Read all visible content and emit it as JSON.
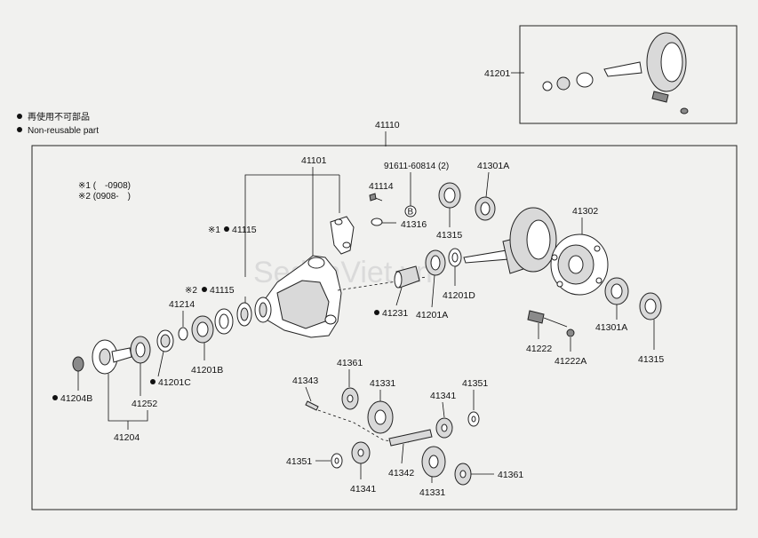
{
  "legend": {
    "jp_text": "再使用不可部品",
    "en_text": "Non-reusable part"
  },
  "notes": {
    "note1": "※1 (　-0908)",
    "note2": "※2 (0908-　)"
  },
  "watermark": "SedanViet.vn",
  "labels": {
    "p41201": "41201",
    "p41110": "41110",
    "p41101": "41101",
    "p91611": "91611-60814 (2)",
    "p41301A_top": "41301A",
    "p41114": "41114",
    "p41316": "41316",
    "p41315_top": "41315",
    "p41302": "41302",
    "p41115_a": "41115",
    "p41115_b": "41115",
    "p41214": "41214",
    "p41231": "41231",
    "p41201A": "41201A",
    "p41201D": "41201D",
    "p41201C": "41201C",
    "p41201B": "41201B",
    "p41204B": "41204B",
    "p41252": "41252",
    "p41204": "41204",
    "p41301A_bot": "41301A",
    "p41315_bot": "41315",
    "p41222": "41222",
    "p41222A": "41222A",
    "p41343": "41343",
    "p41361_top": "41361",
    "p41331_top": "41331",
    "p41341_right": "41341",
    "p41351_right": "41351",
    "p41351_left": "41351",
    "p41341_left": "41341",
    "p41342": "41342",
    "p41331_bot": "41331",
    "p41361_bot": "41361"
  },
  "markers": {
    "note1_prefix": "※1",
    "note2_prefix": "※2",
    "bolt_ref": "B"
  },
  "colors": {
    "background": "#f1f1ef",
    "line": "#222222",
    "non_reusable_dot": "#111111"
  }
}
